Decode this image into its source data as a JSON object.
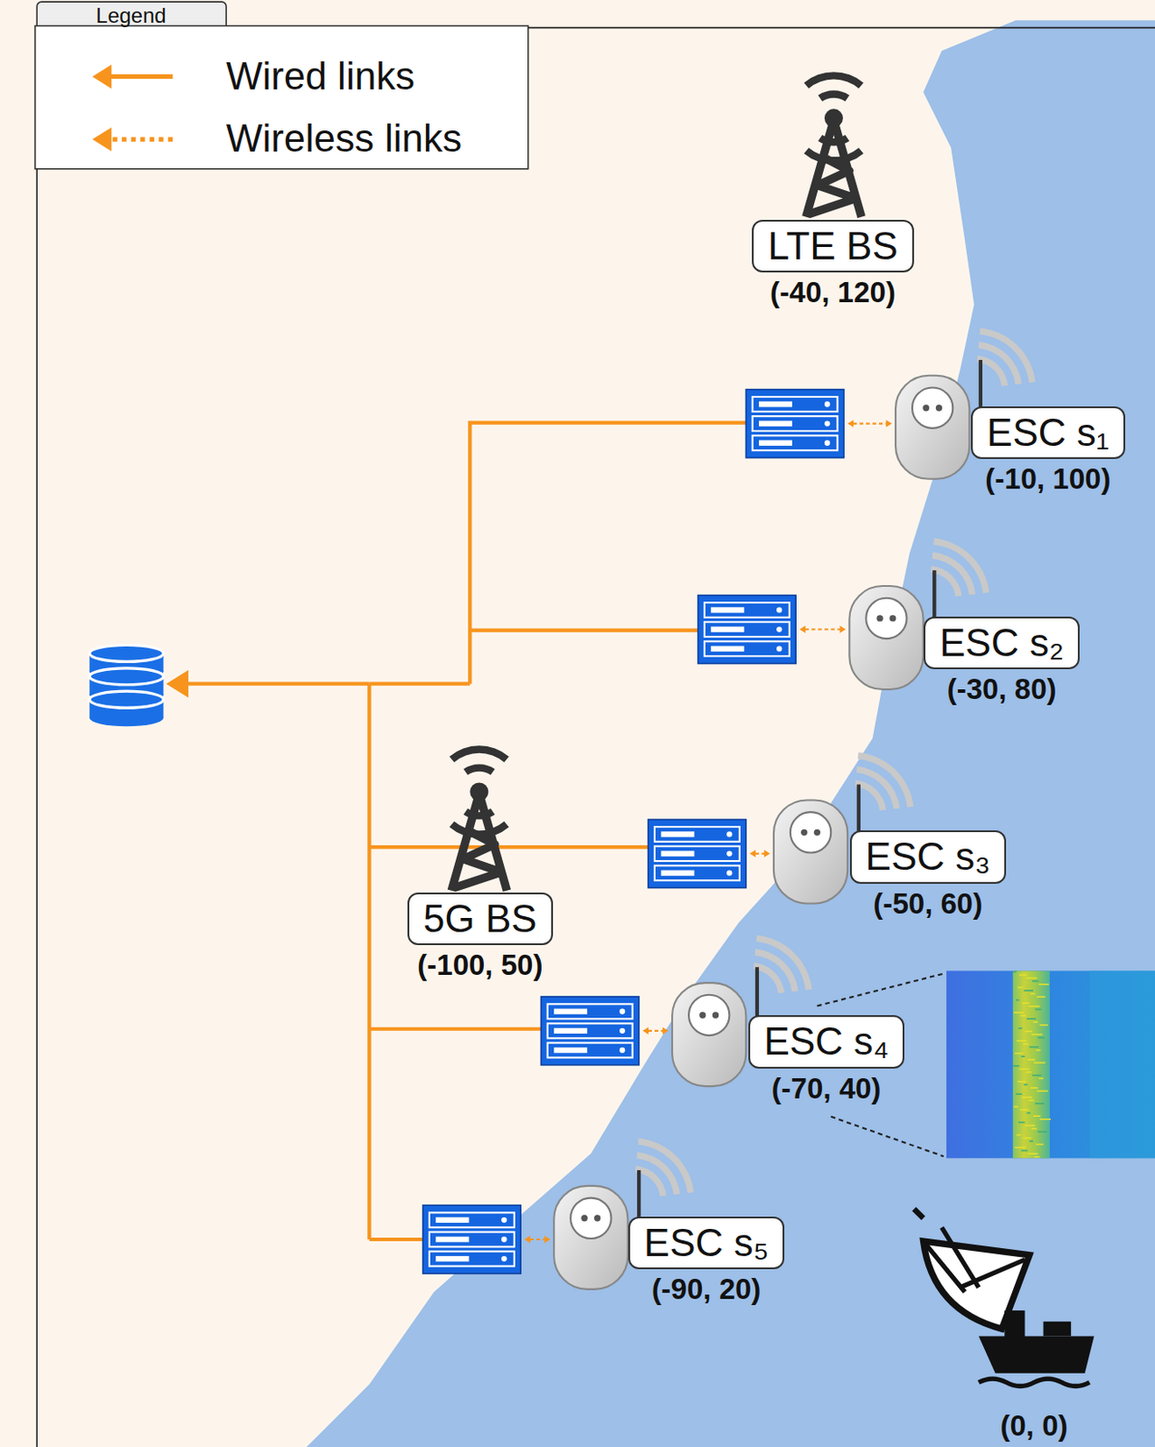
{
  "diagram": {
    "nodes": [
      {
        "text": [
          "LTE BS",
          "(-40, 120)"
        ]
      },
      {
        "text": [
          "ESC s₁",
          "(-10, 100)"
        ]
      },
      {
        "text": [
          "ESC s₂",
          "(-30, 80)"
        ]
      },
      {
        "text": [
          "ESC s₃",
          "(-50, 60)"
        ]
      },
      {
        "text": [
          "5G BS",
          "(-100, 50)"
        ]
      },
      {
        "text": [
          "ESC s₄",
          "(-70, 40)"
        ]
      },
      {
        "text": [
          "ESC s₅",
          "(-90, 20)"
        ]
      }
    ],
    "labels": [
      "Legend",
      "(0, 0)"
    ],
    "legend": [
      {
        "text": "Wired links"
      },
      {
        "text": "Wireless links"
      }
    ]
  }
}
